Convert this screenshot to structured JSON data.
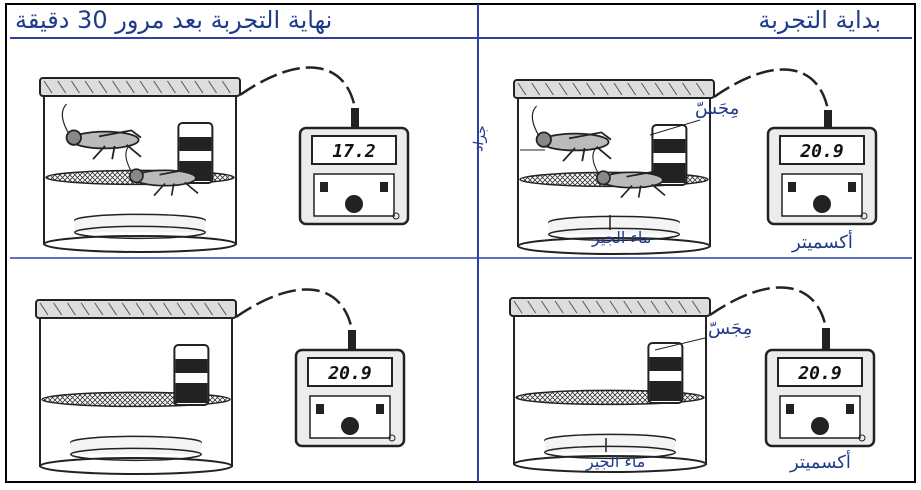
{
  "headers": {
    "right": "بداية التجربة",
    "left": "نهاية التجربة بعد مرور 30 دقيقة"
  },
  "panels": {
    "top_left": {
      "meter": "17.2"
    },
    "top_right": {
      "meter": "20.9",
      "sensor_label": "مِجَسّ",
      "locust_label": "جراد",
      "water_label": "ماء الجير",
      "meter_label": "أكسميتر"
    },
    "bottom_left": {
      "meter": "20.9"
    },
    "bottom_right": {
      "meter": "20.9",
      "sensor_label": "مِجَسّ",
      "water_label": "ماء الجير",
      "meter_label": "أكسميتر"
    }
  },
  "colors": {
    "frame": "#2e3fa8",
    "ink": "#1f3a8a",
    "drawing": "#222222"
  }
}
